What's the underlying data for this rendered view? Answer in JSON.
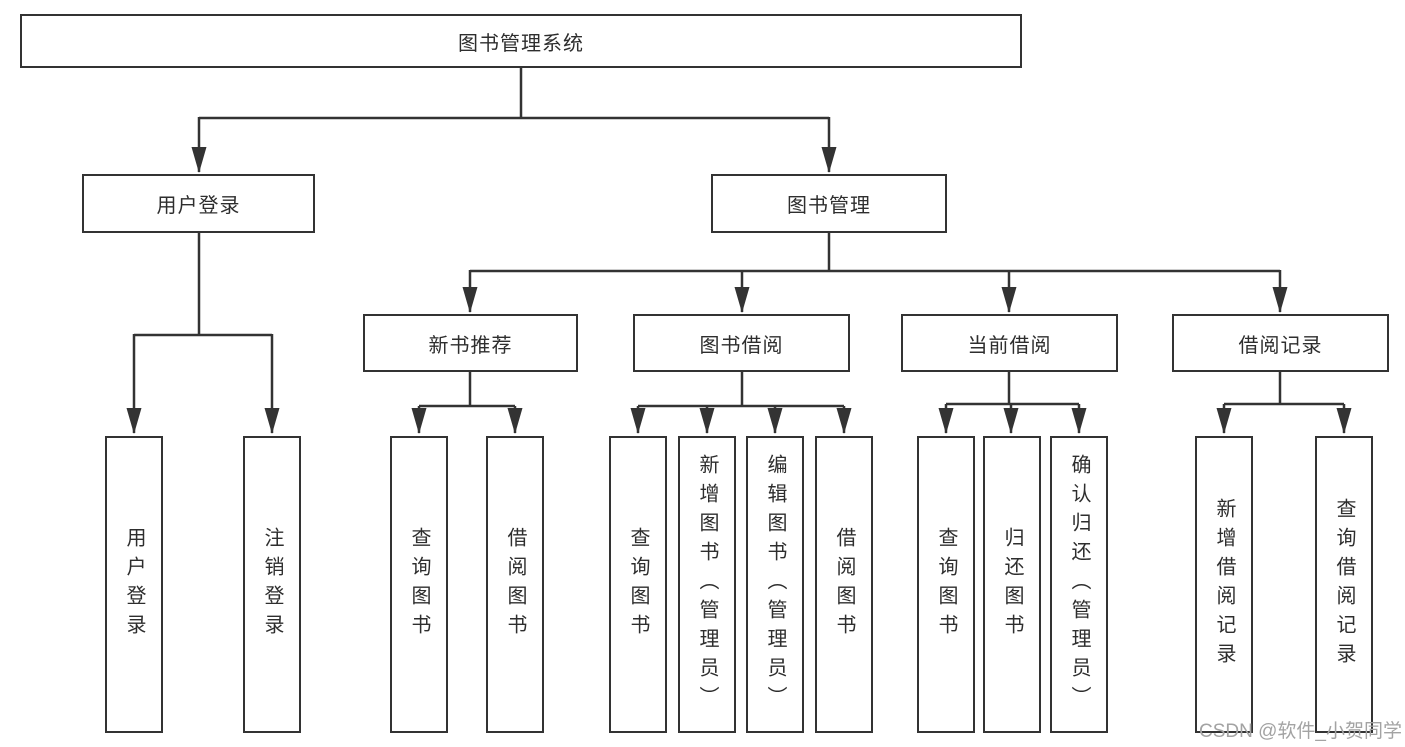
{
  "root": {
    "label": "图书管理系统"
  },
  "level2": {
    "user_login": {
      "label": "用户登录"
    },
    "book_mgmt": {
      "label": "图书管理"
    }
  },
  "user_login_children": [
    {
      "label": "用户登录"
    },
    {
      "label": "注销登录"
    }
  ],
  "modules": [
    {
      "label": "新书推荐",
      "children": [
        {
          "label": "查询图书"
        },
        {
          "label": "借阅图书"
        }
      ]
    },
    {
      "label": "图书借阅",
      "children": [
        {
          "label": "查询图书"
        },
        {
          "label": "新增图书（管理员）"
        },
        {
          "label": "编辑图书（管理员）"
        },
        {
          "label": "借阅图书"
        }
      ]
    },
    {
      "label": "当前借阅",
      "children": [
        {
          "label": "查询图书"
        },
        {
          "label": "归还图书"
        },
        {
          "label": "确认归还（管理员）"
        }
      ]
    },
    {
      "label": "借阅记录",
      "children": [
        {
          "label": "新增借阅记录"
        },
        {
          "label": "查询借阅记录"
        }
      ]
    }
  ],
  "watermark": "CSDN @软件_小贺同学",
  "colors": {
    "line": "#333333",
    "box_border": "#333333",
    "box_bg": "#ffffff",
    "text": "#2e2e2e",
    "watermark": "#a3a3a3"
  }
}
